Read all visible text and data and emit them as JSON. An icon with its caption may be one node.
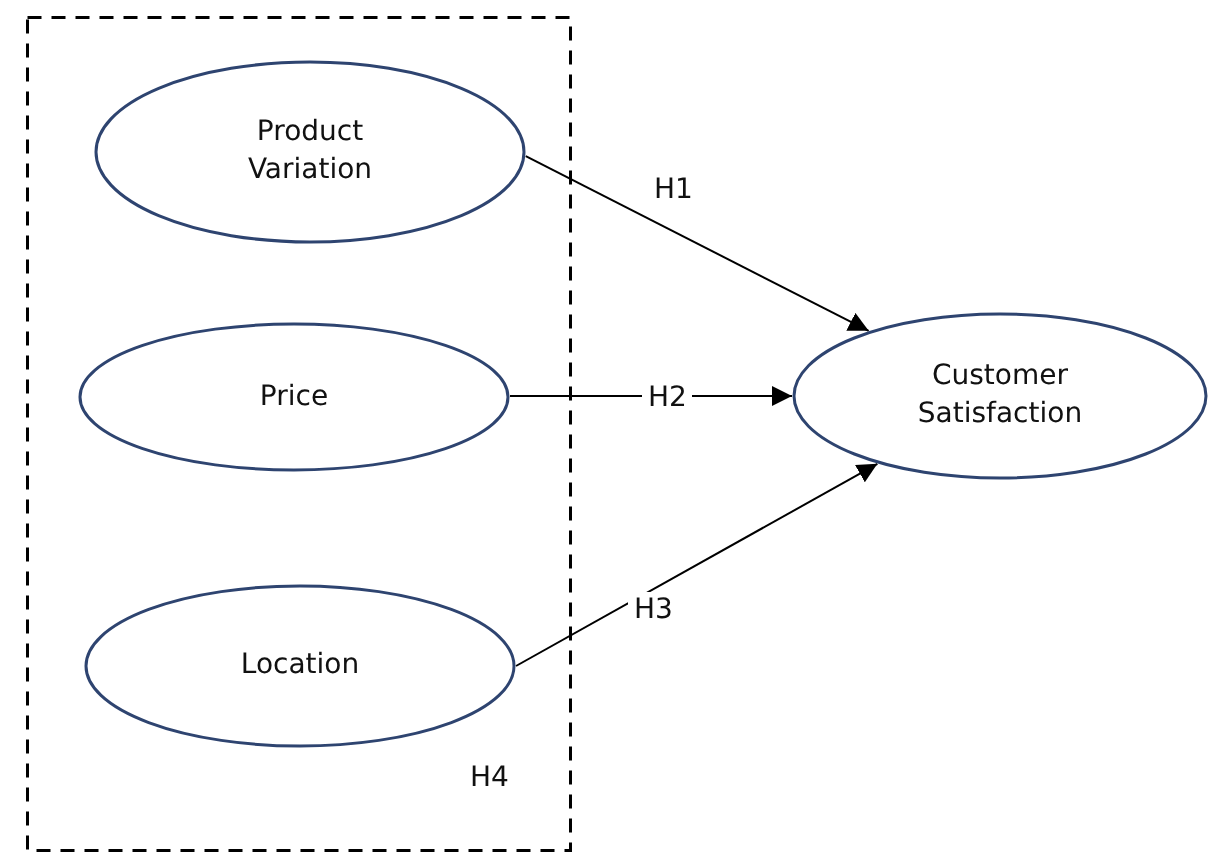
{
  "diagram": {
    "nodes": [
      {
        "text": [],
        "shape": "box"
      },
      {
        "text": [
          "Product Variation"
        ],
        "in": 0
      },
      {
        "text": [
          "Price"
        ],
        "in": 0
      },
      {
        "text": [
          "Location"
        ],
        "in": 0
      },
      {
        "text": [
          "Customer Satisfaction"
        ]
      }
    ],
    "edges": [
      {
        "from": 1,
        "to": 4,
        "arrow": "to",
        "label": "H1"
      },
      {
        "from": 2,
        "to": 4,
        "arrow": "to",
        "label": "H2"
      },
      {
        "from": 3,
        "to": 4,
        "arrow": "to",
        "label": "H3"
      }
    ],
    "labels": [
      "H4"
    ]
  }
}
